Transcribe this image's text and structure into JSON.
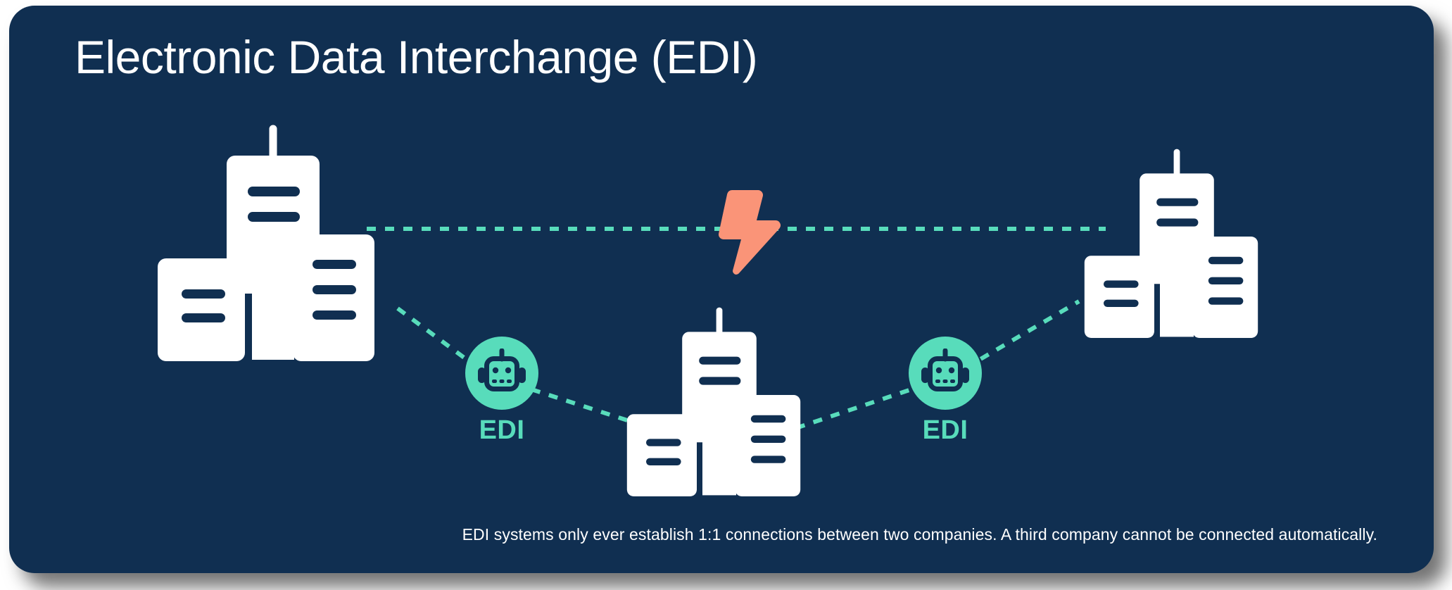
{
  "page": {
    "title": "Electronic Data Interchange (EDI)",
    "footnote": "EDI systems only ever establish 1:1 connections between two companies. A third company cannot be connected automatically."
  },
  "colors": {
    "background": "#102F51",
    "page_background": "#ffffff",
    "accent_teal": "#58DCBB",
    "building_fill": "#ffffff",
    "building_detail": "#102F51",
    "bolt": "#FA9478",
    "title_text": "#ffffff",
    "footnote_text": "#ffffff"
  },
  "diagram": {
    "type": "network",
    "nodes": [
      {
        "id": "company-left",
        "kind": "company-buildings",
        "label": ""
      },
      {
        "id": "company-right",
        "kind": "company-buildings",
        "label": ""
      },
      {
        "id": "company-bottom",
        "kind": "company-buildings",
        "label": ""
      },
      {
        "id": "edi-left",
        "kind": "edi-connector",
        "label": "EDI",
        "icon": "robot-icon"
      },
      {
        "id": "edi-right",
        "kind": "edi-connector",
        "label": "EDI",
        "icon": "robot-icon"
      }
    ],
    "links": [
      {
        "from": "company-left",
        "to": "company-right",
        "style": "dashed",
        "color": "#58DCBB",
        "status": "broken"
      },
      {
        "from": "company-left",
        "to": "edi-left",
        "style": "dashed",
        "color": "#58DCBB",
        "status": "ok"
      },
      {
        "from": "edi-left",
        "to": "company-bottom",
        "style": "dashed",
        "color": "#58DCBB",
        "status": "ok"
      },
      {
        "from": "company-bottom",
        "to": "edi-right",
        "style": "dashed",
        "color": "#58DCBB",
        "status": "ok"
      },
      {
        "from": "edi-right",
        "to": "company-right",
        "style": "dashed",
        "color": "#58DCBB",
        "status": "ok"
      }
    ],
    "annotations": [
      {
        "id": "broken-link-bolt",
        "icon": "lightning-bolt-icon",
        "color": "#FA9478",
        "on_link": "company-left -> company-right"
      }
    ]
  },
  "edi_nodes": [
    {
      "label": "EDI"
    },
    {
      "label": "EDI"
    }
  ]
}
